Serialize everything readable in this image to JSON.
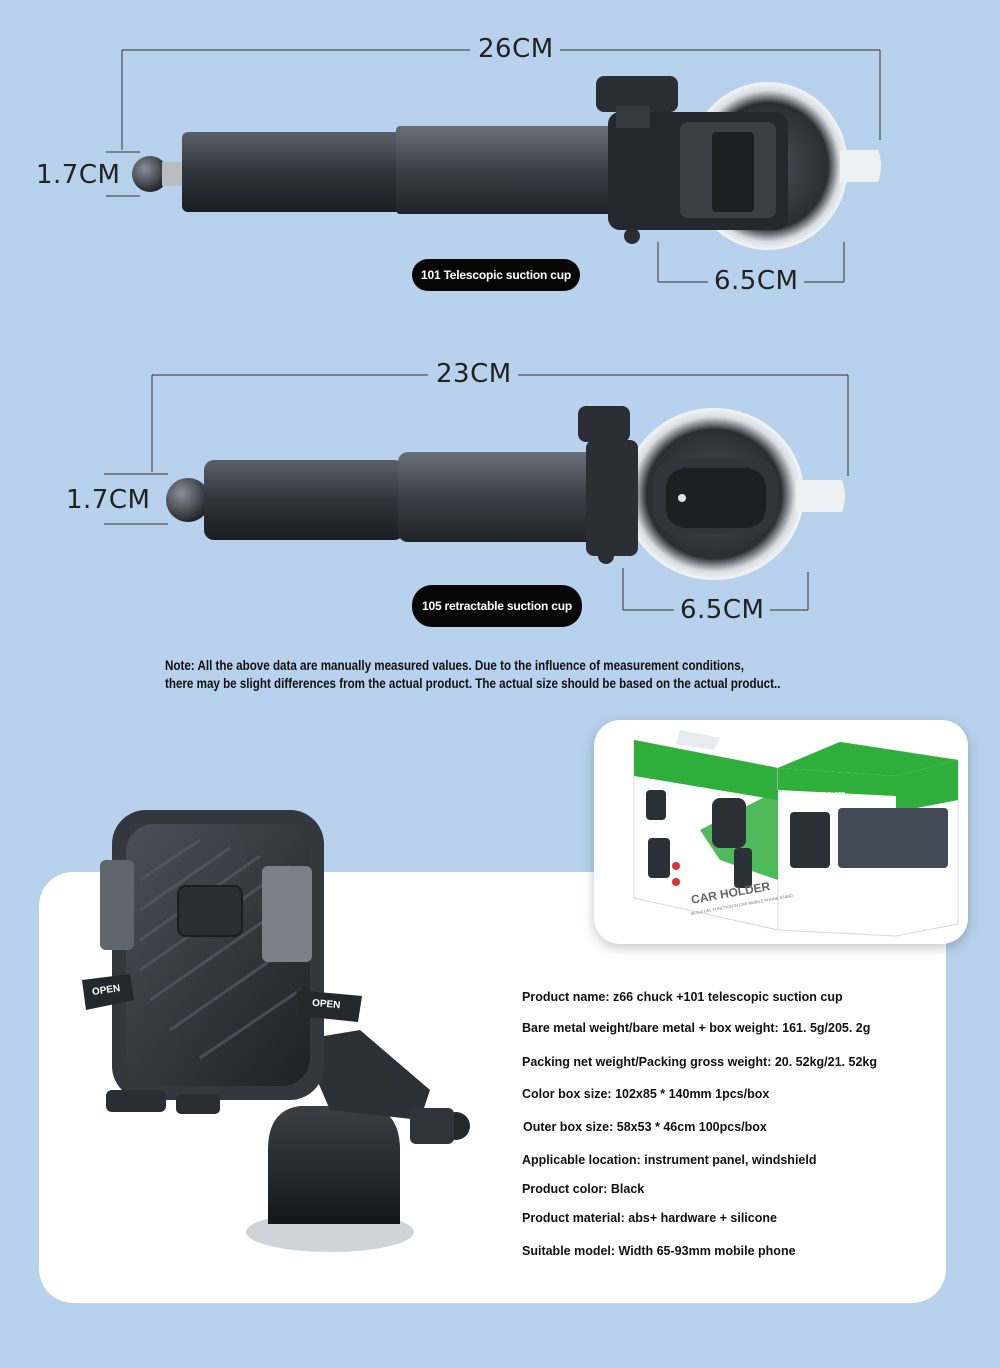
{
  "top_diagram": {
    "length_label": "26CM",
    "ball_label": "1.7CM",
    "cup_label": "6.5CM",
    "model_tag": "101 Telescopic suction cup"
  },
  "mid_diagram": {
    "length_label": "23CM",
    "ball_label": "1.7CM",
    "cup_label": "6.5CM",
    "model_tag": "105 retractable suction cup"
  },
  "note": {
    "line1": "Note: All the above data are manually measured values. Due to the influence of measurement conditions,",
    "line2": "there may be slight differences from the actual product. The actual size should be based on the actual product.."
  },
  "holder": {
    "left_tab": "OPEN",
    "right_tab": "OPEN"
  },
  "box_art": {
    "front_title": "CAR HOLDER",
    "front_subtitle": "SILICA GEL FUNCTION IN CAR MOBILE PHONE STAND",
    "side_title": "MOBILE PHONE HOLDER"
  },
  "specs": [
    "Product name: z66 chuck +101 telescopic suction cup",
    "Bare metal weight/bare metal + box weight: 161. 5g/205. 2g",
    "Packing net weight/Packing gross weight: 20. 52kg/21. 52kg",
    "Color box size: 102x85 * 140mm 1pcs/box",
    "Outer box size: 58x53 * 46cm 100pcs/box",
    "Applicable location: instrument panel, windshield",
    "Product color: Black",
    "Product material: abs+ hardware + silicone",
    "Suitable model: Width 65-93mm mobile phone"
  ],
  "colors": {
    "background": "#b8d1ec",
    "pill": "#070707",
    "box_green": "#2fae3c",
    "product_dark": "#2b2f36"
  }
}
